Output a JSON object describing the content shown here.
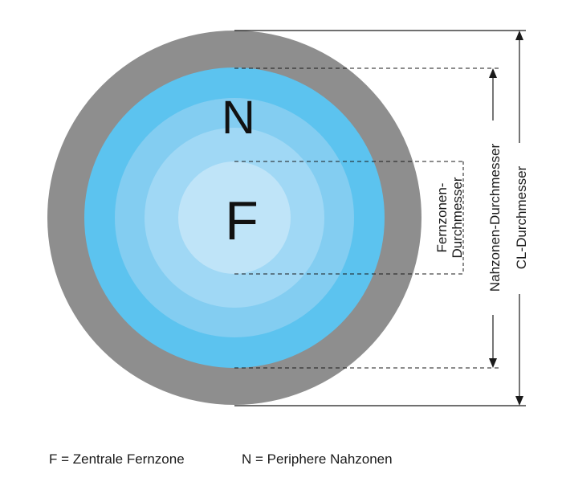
{
  "zones": {
    "near_label": "N",
    "far_label": "F"
  },
  "dimensions": {
    "far_zone_line1": "Fernzonen-",
    "far_zone_line2": "Durchmesser",
    "near_zone": "Nahzonen-Durchmesser",
    "cl": "CL-Durchmesser"
  },
  "legend": {
    "far": "F  = Zentrale Fernzone",
    "near": "N = Periphere Nahzonen"
  },
  "colors": {
    "lens_rim": "#8e8e8e",
    "near_zone_outer": "#5cc3ef",
    "ring_2": "#83cdf1",
    "ring_3": "#a0d8f5",
    "far_zone_center": "#bfe4f8",
    "lines": "#1a1a1a"
  }
}
